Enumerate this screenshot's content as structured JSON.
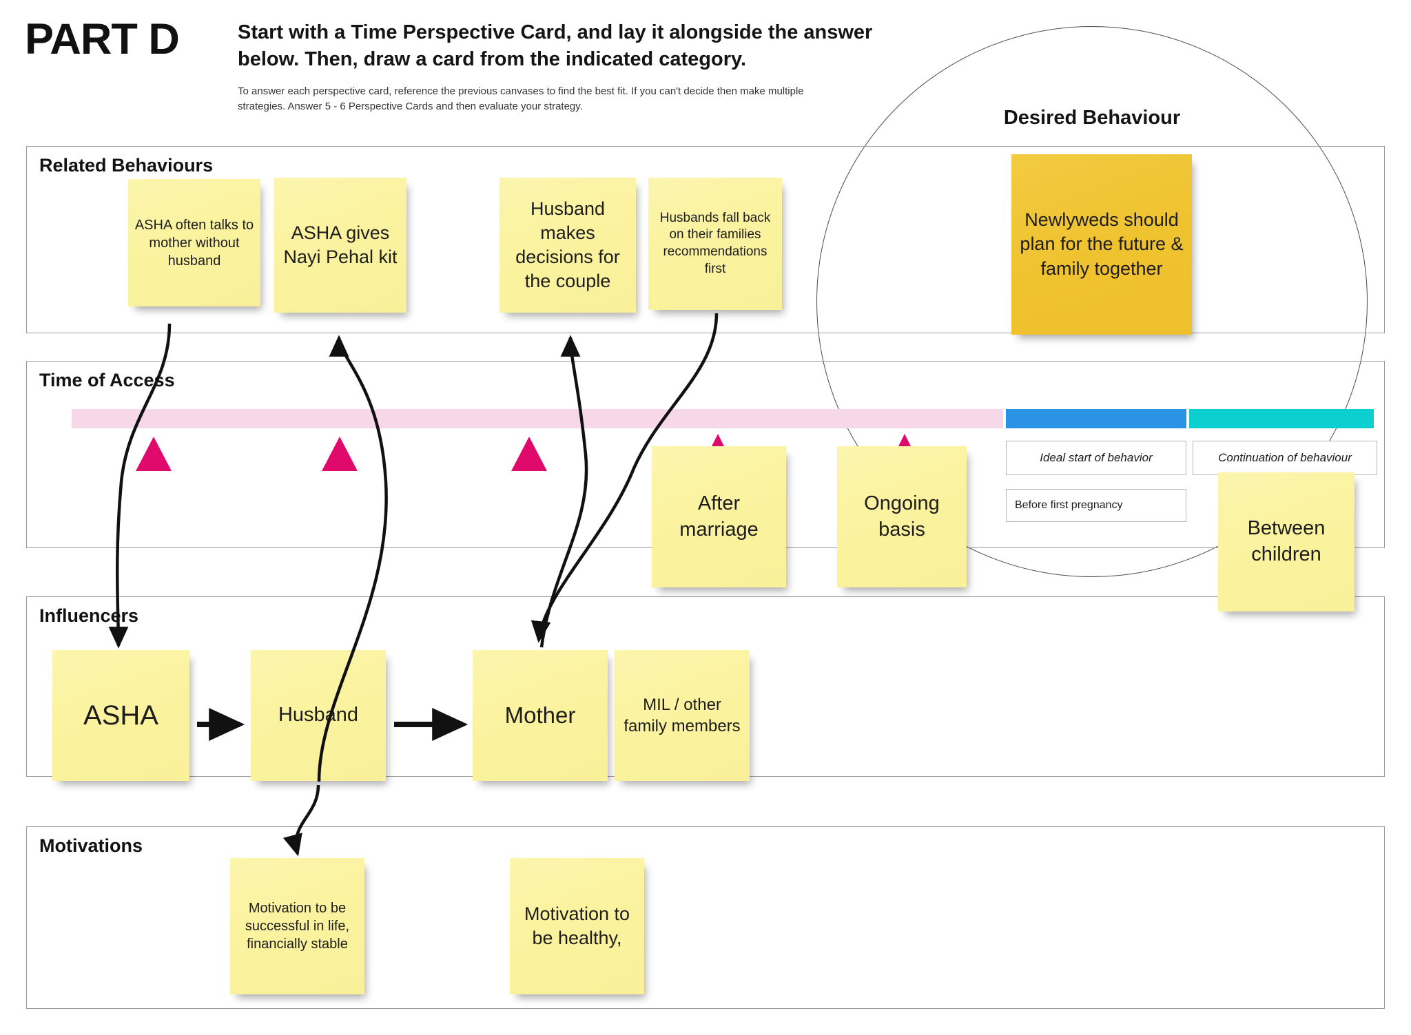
{
  "header": {
    "part_label": "PART D",
    "headline": "Start with a Time Perspective Card, and lay it alongside the answer below. Then, draw a card from the indicated category.",
    "subtext": "To answer each perspective card, reference the previous canvases to find the best fit. If you can't decide then make multiple strategies. Answer 5 - 6 Perspective Cards and then evaluate your strategy."
  },
  "desired_behaviour": {
    "title": "Desired Behaviour",
    "note": "Newlyweds should plan for the future & family together"
  },
  "rows": {
    "related_behaviours": {
      "title": "Related Behaviours",
      "notes": [
        "ASHA often talks to mother without husband",
        "ASHA gives Nayi Pehal kit",
        "Husband makes decisions for the couple",
        "Husbands fall back on their families recommendations first"
      ]
    },
    "time_of_access": {
      "title": "Time of Access",
      "notes": [
        "After marriage",
        "Ongoing basis",
        "Between children"
      ],
      "segment_labels": [
        "Ideal start of behavior",
        "Continuation of behaviour"
      ],
      "sub_label": "Before first pregnancy"
    },
    "influencers": {
      "title": "Influencers",
      "notes": [
        "ASHA",
        "Husband",
        "Mother",
        "MIL / other family members"
      ]
    },
    "motivations": {
      "title": "Motivations",
      "notes": [
        "Motivation to be successful in life, financially stable",
        "Motivation to be healthy,"
      ]
    }
  },
  "colors": {
    "note_yellow": "#fbf3a4",
    "note_orange": "#f0c433",
    "timeline_pink": "#f6d8e8",
    "timeline_blue": "#2b93e4",
    "timeline_teal": "#0ccfcf",
    "marker_magenta": "#e00a6d",
    "panel_border": "#9a9a9a"
  }
}
